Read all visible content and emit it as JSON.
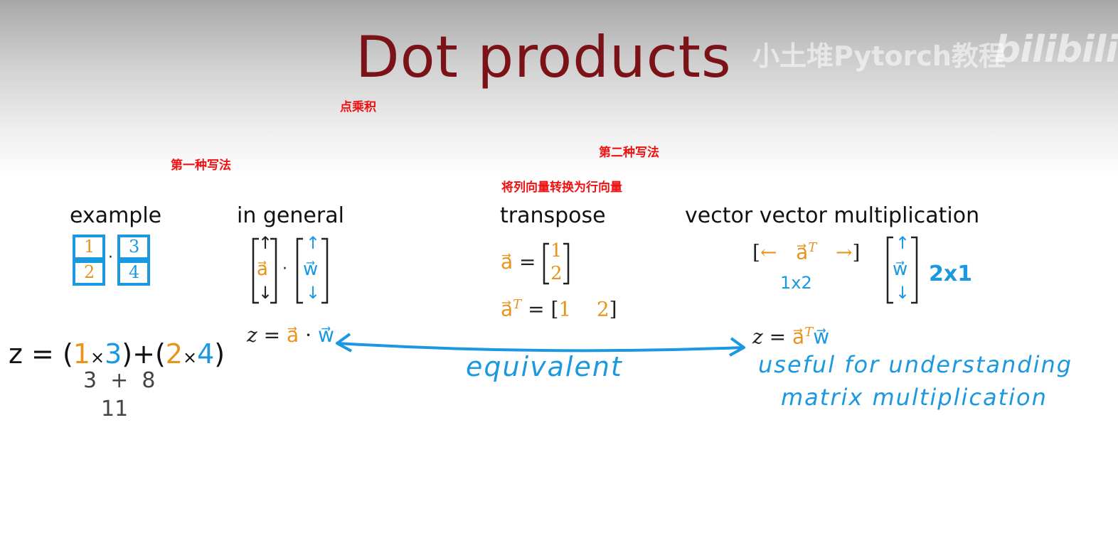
{
  "title": "Dot products",
  "watermark": "小土堆Pytorch教程",
  "logo": "bilibili",
  "notes": {
    "dot_product_cn": "点乘积",
    "first_method": "第一种写法",
    "second_method": "第二种写法",
    "transpose_note": "将列向量转换为行向量"
  },
  "headings": {
    "example": "example",
    "in_general": "in general",
    "transpose": "transpose",
    "vector_vector": "vector vector multiplication"
  },
  "example": {
    "a1": "1",
    "a2": "2",
    "b1": "3",
    "b2": "4",
    "z_label": "z =",
    "open1": "(",
    "n1": "1",
    "x1": "×",
    "n2": "3",
    "close1": ")",
    "plus": "+",
    "open2": "(",
    "n3": "2",
    "x2": "×",
    "n4": "4",
    "close2": ")",
    "step1": "3  +  8",
    "result": "11"
  },
  "general": {
    "up_arrow": "↑",
    "down_arrow": "↓",
    "a_vec": "a⃗",
    "w_vec": "w⃗",
    "dot": "·",
    "z": "z",
    "equals": "=",
    "formula_a": "a⃗",
    "formula_dot": "·",
    "formula_w": "w⃗"
  },
  "transpose": {
    "a_vec": "a⃗",
    "equals": "=",
    "v1": "1",
    "v2": "2",
    "aT": "a⃗",
    "T": "T",
    "row_open": "[",
    "row_close": "]",
    "r1": "1",
    "r2": "2"
  },
  "vvm": {
    "open": "[",
    "left_arrow": "←",
    "aT": "a⃗",
    "T": "T",
    "right_arrow": "→",
    "close": "]",
    "size1": "1x2",
    "up_arrow": "↑",
    "down_arrow": "↓",
    "w_vec": "w⃗",
    "size2": "2x1",
    "z": "z",
    "equals": "=",
    "formula_a": "a⃗",
    "formula_T": "T",
    "formula_w": "w⃗",
    "useful1": "useful for understanding",
    "useful2": "matrix multiplication"
  },
  "equivalent": "equivalent",
  "colors": {
    "title": "#7a1218",
    "note": "#ee1111",
    "orange": "#e8941a",
    "blue": "#1a98e0"
  }
}
